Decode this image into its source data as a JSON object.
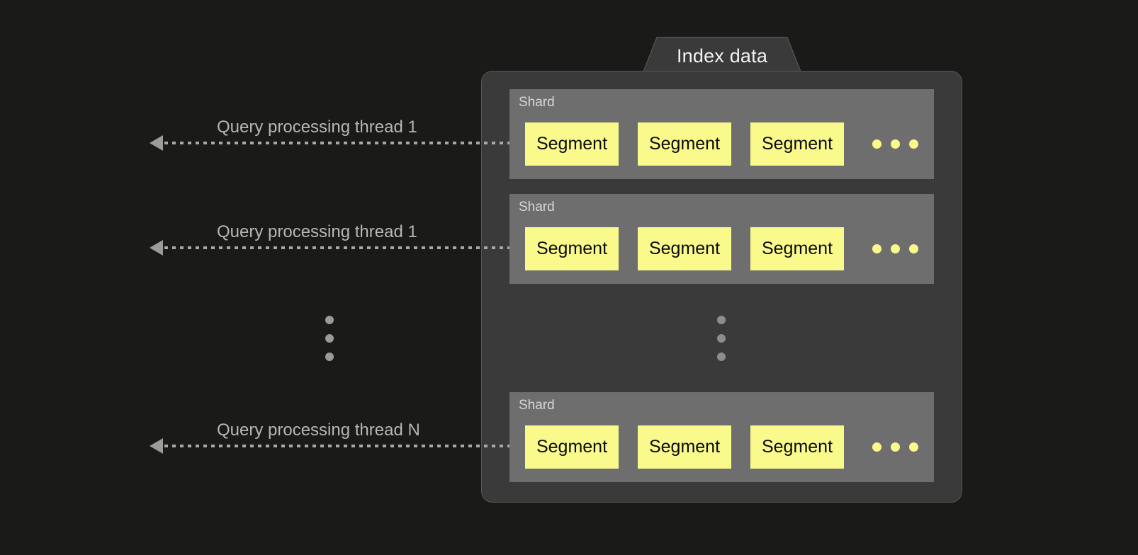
{
  "diagram": {
    "title": "Index data",
    "background_color": "#1a1a19",
    "panel_color": "#3a3a3a",
    "shard_color": "#6e6e6e",
    "segment_color": "#fafa8c",
    "line_color": "#a8a8a8",
    "label_color": "#b6b6b6"
  },
  "threads": [
    {
      "label": "Query processing thread 1"
    },
    {
      "label": "Query processing thread 1"
    },
    {
      "label": "Query processing thread N"
    }
  ],
  "shards": [
    {
      "label": "Shard",
      "segments": [
        {
          "label": "Segment"
        },
        {
          "label": "Segment"
        },
        {
          "label": "Segment"
        }
      ],
      "more_indicator": "..."
    },
    {
      "label": "Shard",
      "segments": [
        {
          "label": "Segment"
        },
        {
          "label": "Segment"
        },
        {
          "label": "Segment"
        }
      ],
      "more_indicator": "..."
    },
    {
      "label": "Shard",
      "segments": [
        {
          "label": "Segment"
        },
        {
          "label": "Segment"
        },
        {
          "label": "Segment"
        }
      ],
      "more_indicator": "..."
    }
  ],
  "ellipsis": {
    "left": "vertical-ellipsis",
    "center": "vertical-ellipsis"
  }
}
